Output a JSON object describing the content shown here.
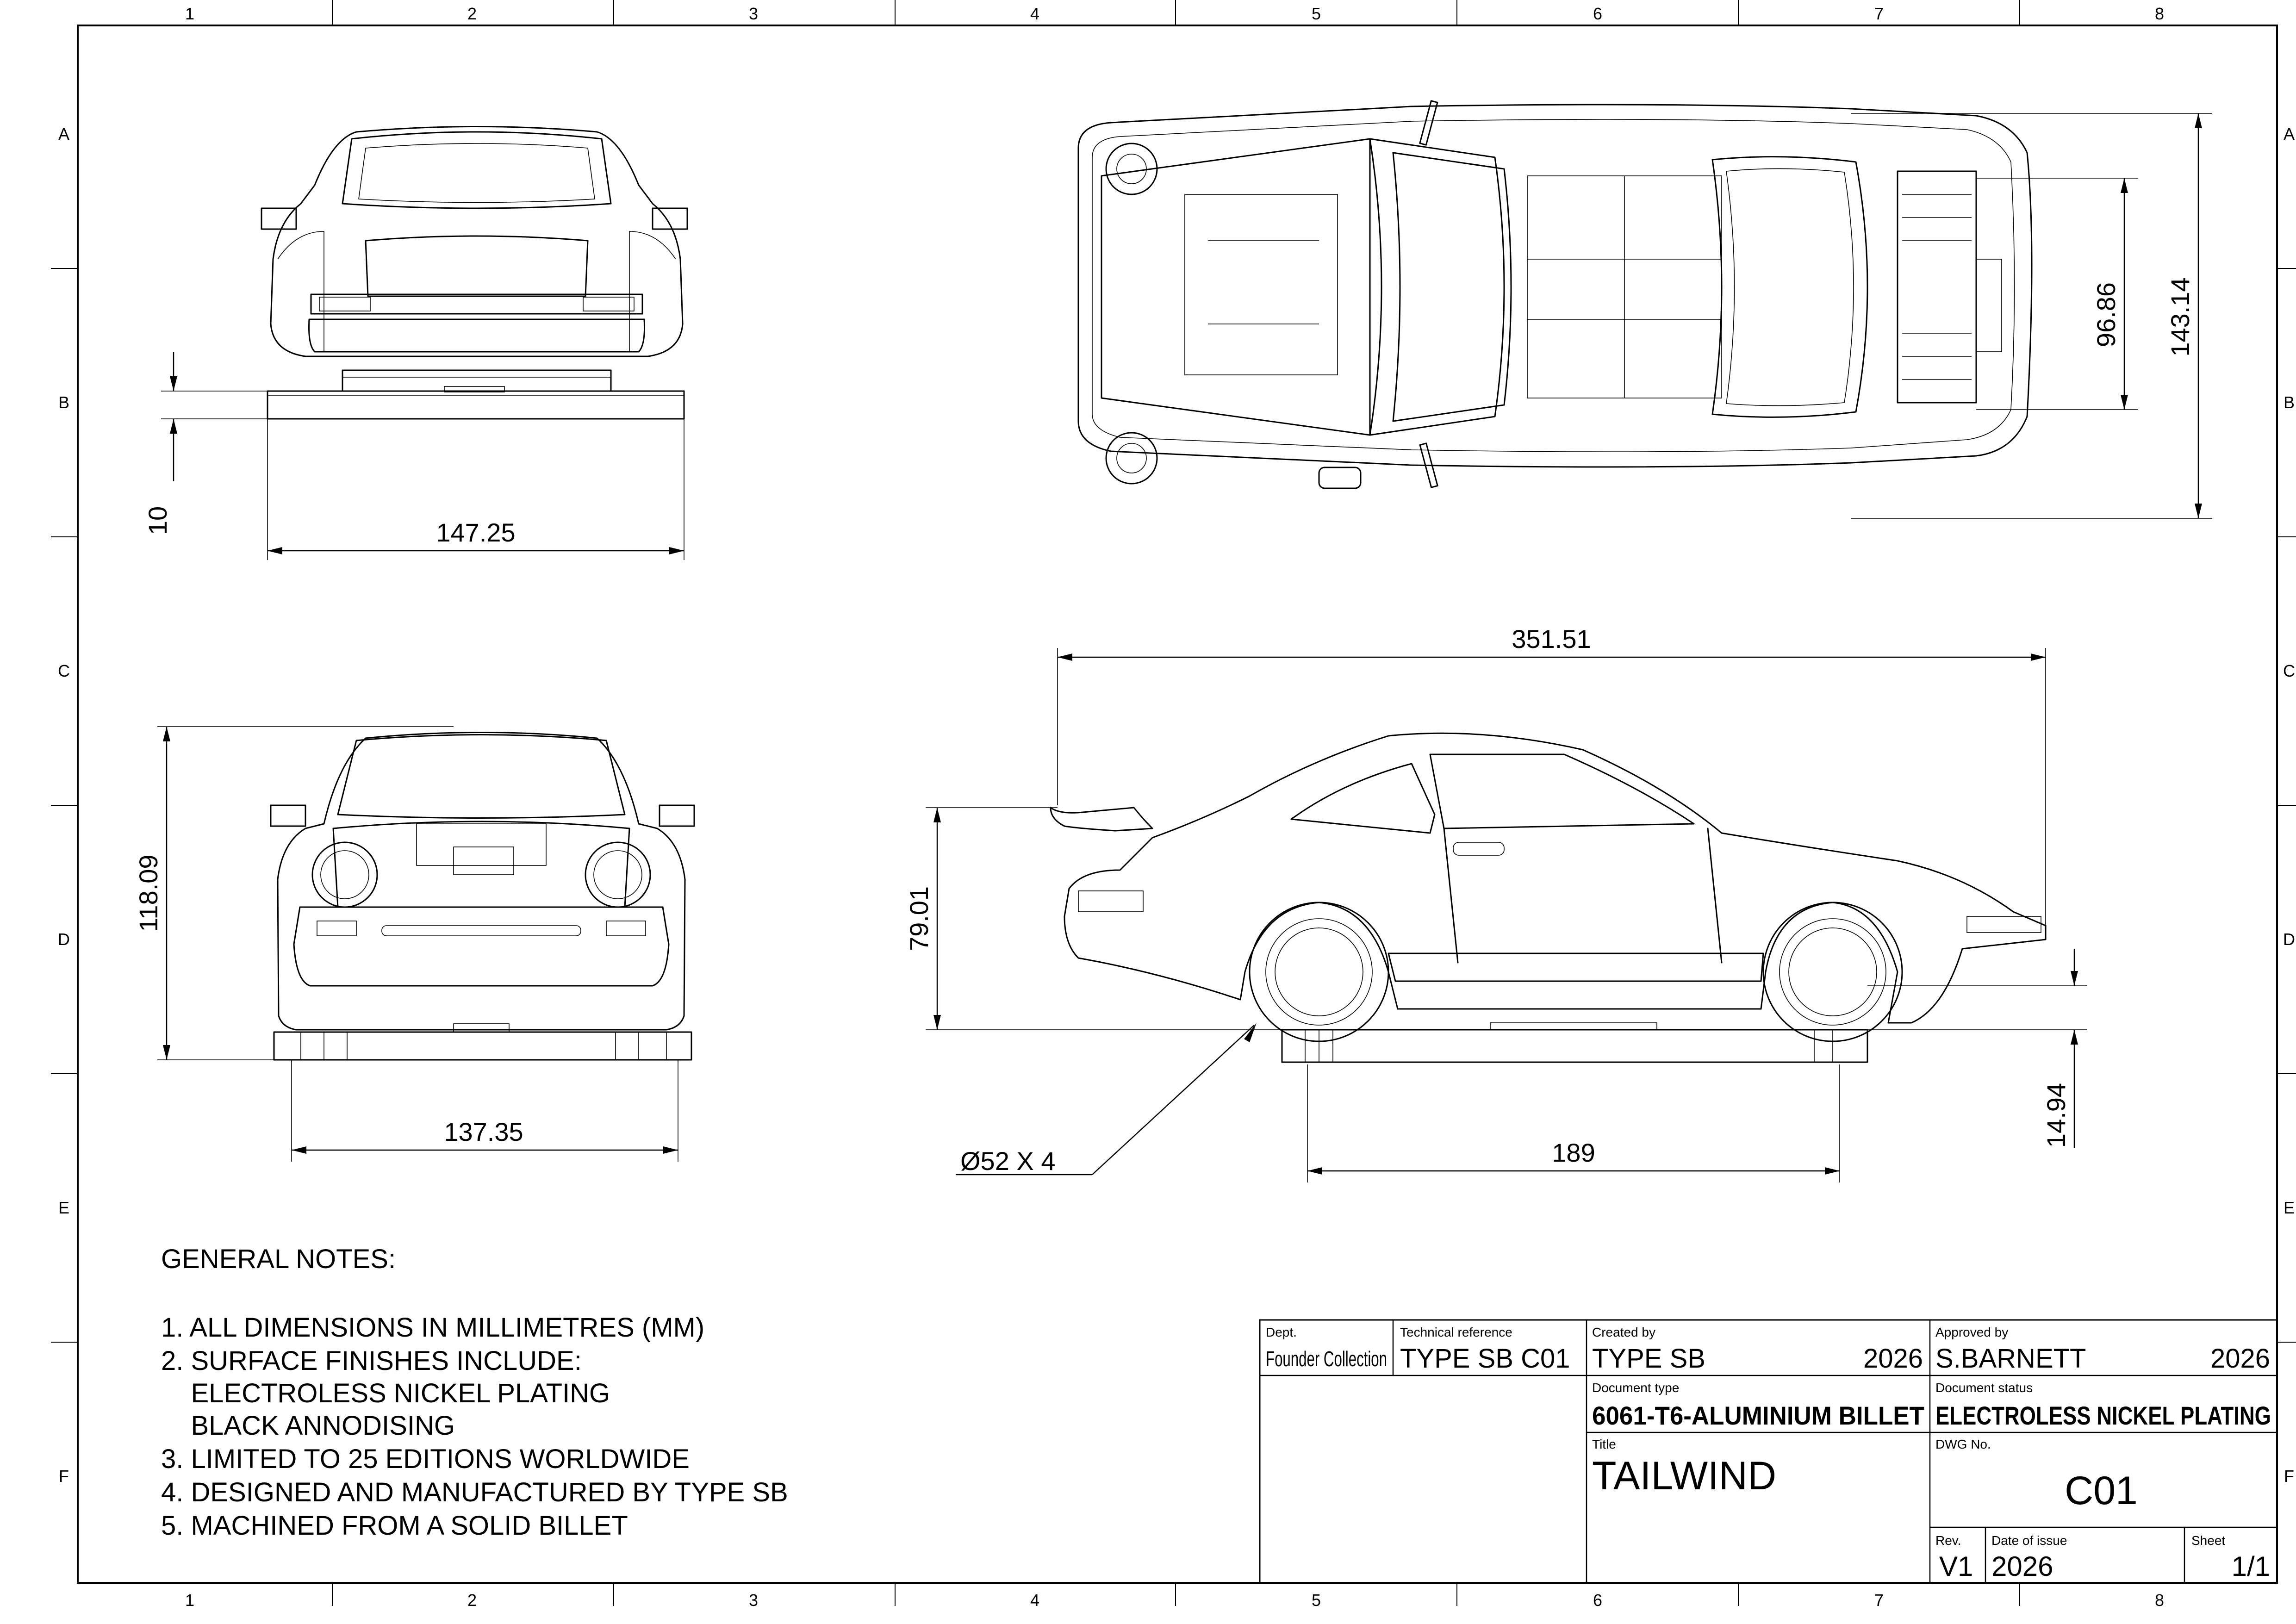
{
  "grid": {
    "columns": [
      "1",
      "2",
      "3",
      "4",
      "5",
      "6",
      "7",
      "8"
    ],
    "rows": [
      "A",
      "B",
      "C",
      "D",
      "E",
      "F"
    ]
  },
  "views": {
    "rear": {
      "name": "rear view"
    },
    "top": {
      "name": "top view"
    },
    "front": {
      "name": "front view"
    },
    "side": {
      "name": "side view"
    }
  },
  "dimensions": {
    "rear_width": "147.25",
    "rear_base_height": "10",
    "top_track_inner": "96.86",
    "top_width": "143.14",
    "overall_length": "351.51",
    "front_height": "118.09",
    "front_track": "137.35",
    "side_height": "79.01",
    "wheel_callout": "Ø52 X 4",
    "wheelbase": "189",
    "ground_clearance": "14.94"
  },
  "notes": {
    "heading": "GENERAL NOTES:",
    "items": [
      "1. ALL DIMENSIONS IN MILLIMETRES (MM)",
      "2. SURFACE FINISHES INCLUDE:",
      "    ELECTROLESS NICKEL PLATING",
      "    BLACK ANNODISING",
      "3. LIMITED TO 25 EDITIONS WORLDWIDE",
      "4. DESIGNED AND MANUFACTURED BY TYPE SB",
      "5. MACHINED FROM A SOLID BILLET"
    ]
  },
  "title_block": {
    "dept_label": "Dept.",
    "dept_value": "Founder Collection",
    "techref_label": "Technical reference",
    "techref_value": "TYPE SB C01",
    "created_label": "Created by",
    "created_value": "TYPE SB",
    "created_year": "2026",
    "approved_label": "Approved by",
    "approved_value": "S.BARNETT",
    "approved_year": "2026",
    "doctype_label": "Document type",
    "doctype_value": "6061-T6-ALUMINIUM BILLET",
    "docstatus_label": "Document status",
    "docstatus_value": "ELECTROLESS NICKEL PLATING",
    "title_label": "Title",
    "title_value": "TAILWIND",
    "dwg_label": "DWG No.",
    "dwg_value": "C01",
    "rev_label": "Rev.",
    "rev_value": "V1",
    "date_label": "Date of issue",
    "date_value": "2026",
    "sheet_label": "Sheet",
    "sheet_value": "1/1"
  }
}
